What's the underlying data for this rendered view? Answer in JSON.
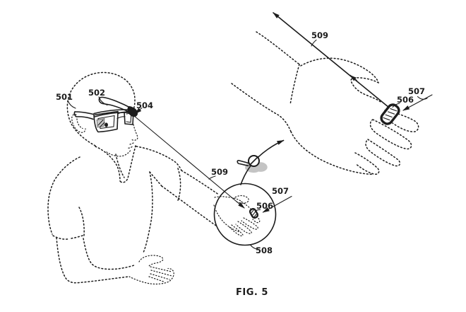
{
  "figure": {
    "caption": "FIG. 5",
    "kind": "patent-line-drawing"
  },
  "labels": {
    "head": "501",
    "glasses": "502",
    "display": "504",
    "gaze_ray_body": "509",
    "hand_ray": "509",
    "hand_ring": "506",
    "hand_ring_arrow": "507",
    "inset_ring": "506",
    "inset_ring_arrow": "507",
    "inset_circle": "508"
  },
  "icons": {
    "magnifier": "magnifier-zoom-icon"
  },
  "colors": {
    "ink": "#1c1c1c",
    "background": "#ffffff",
    "shadow_gray": "#b5b5b5"
  }
}
